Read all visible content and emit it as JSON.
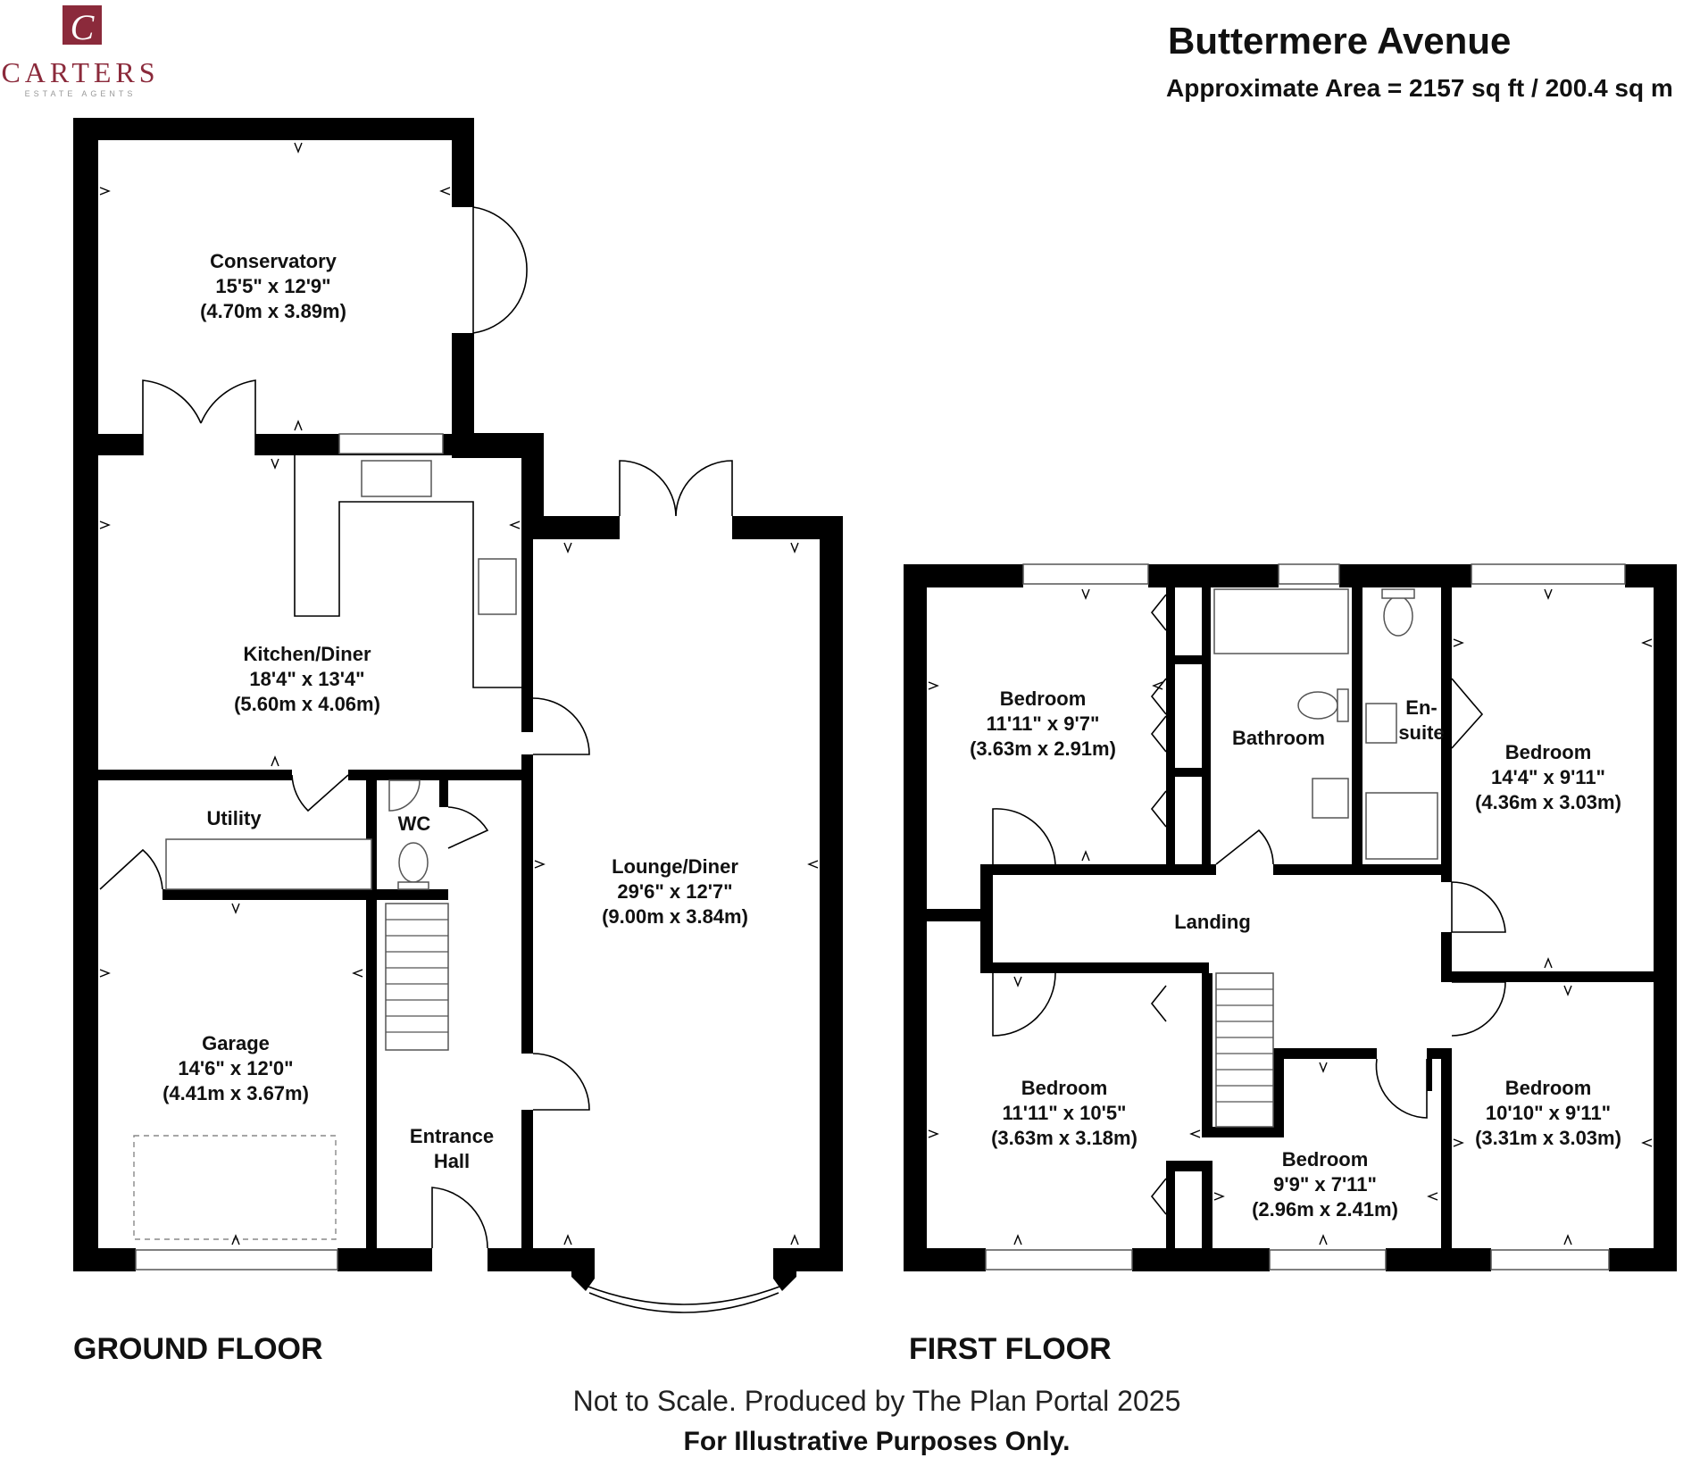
{
  "brand": {
    "logo_letter": "C",
    "name": "CARTERS",
    "tagline": "ESTATE AGENTS",
    "color": "#8b2a3b"
  },
  "header": {
    "title": "Buttermere Avenue",
    "area": "Approximate Area = 2157 sq ft / 200.4 sq m"
  },
  "floors": {
    "ground": {
      "label": "GROUND FLOOR",
      "rooms": {
        "conservatory": {
          "name": "Conservatory",
          "imperial": "15'5\" x 12'9\"",
          "metric": "(4.70m x 3.89m)"
        },
        "kitchen": {
          "name": "Kitchen/Diner",
          "imperial": "18'4\" x 13'4\"",
          "metric": "(5.60m x 4.06m)"
        },
        "utility": {
          "name": "Utility"
        },
        "wc": {
          "name": "WC"
        },
        "garage": {
          "name": "Garage",
          "imperial": "14'6\" x 12'0\"",
          "metric": "(4.41m x 3.67m)"
        },
        "hall": {
          "name_line1": "Entrance",
          "name_line2": "Hall"
        },
        "lounge": {
          "name": "Lounge/Diner",
          "imperial": "29'6\" x 12'7\"",
          "metric": "(9.00m x 3.84m)"
        }
      }
    },
    "first": {
      "label": "FIRST FLOOR",
      "rooms": {
        "bed_nw": {
          "name": "Bedroom",
          "imperial": "11'11\" x 9'7\"",
          "metric": "(3.63m x 2.91m)"
        },
        "bathroom": {
          "name": "Bathroom"
        },
        "ensuite": {
          "name_line1": "En-",
          "name_line2": "suite"
        },
        "bed_ne": {
          "name": "Bedroom",
          "imperial": "14'4\" x 9'11\"",
          "metric": "(4.36m x 3.03m)"
        },
        "landing": {
          "name": "Landing"
        },
        "bed_sw": {
          "name": "Bedroom",
          "imperial": "11'11\" x 10'5\"",
          "metric": "(3.63m x 3.18m)"
        },
        "bed_s": {
          "name": "Bedroom",
          "imperial": "9'9\" x 7'11\"",
          "metric": "(2.96m x 2.41m)"
        },
        "bed_se": {
          "name": "Bedroom",
          "imperial": "10'10\" x 9'11\"",
          "metric": "(3.31m x 3.03m)"
        }
      }
    }
  },
  "footer": {
    "line1": "Not to Scale. Produced by The Plan Portal 2025",
    "line2": "For Illustrative Purposes Only."
  }
}
